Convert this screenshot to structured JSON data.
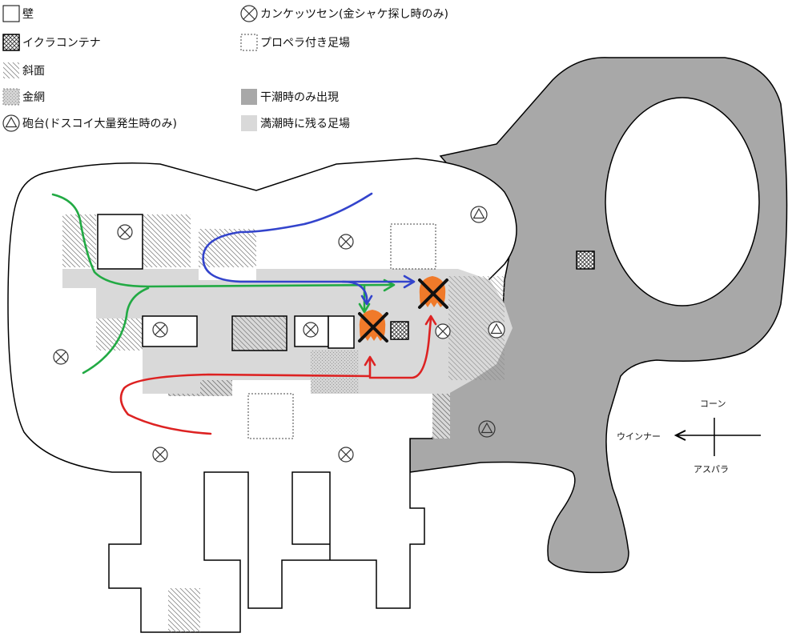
{
  "legend": {
    "wall": "壁",
    "ikura_container": "イクラコンテナ",
    "slope": "斜面",
    "wire_mesh": "金網",
    "cannon": "砲台(ドスコイ大量発生時のみ)",
    "kanketsusen": "カンケッツセン(金シャケ探し時のみ)",
    "propeller_platform": "プロペラ付き足場",
    "low_tide_only": "干潮時のみ出現",
    "high_tide_platform": "満潮時に残る足場"
  },
  "compass": {
    "up": "コーン",
    "left": "ウインナー",
    "down": "アスパラ"
  },
  "colors": {
    "low_tide_gray": "#a8a8a8",
    "high_tide_gray": "#d9d9d9",
    "route_green": "#22aa44",
    "route_blue": "#3344cc",
    "route_red": "#dd2222",
    "salmon_orange": "#f07a2a"
  }
}
